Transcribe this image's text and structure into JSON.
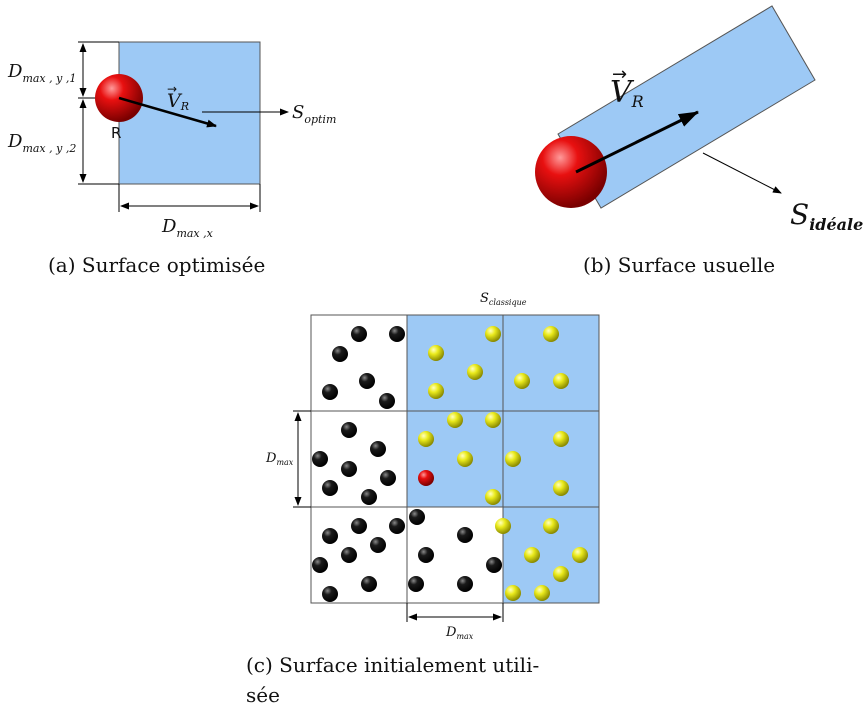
{
  "panel_a": {
    "caption": "(a) Surface optimisée",
    "dim_y1": {
      "base": "D",
      "sub": "max , y ,1"
    },
    "dim_y2": {
      "base": "D",
      "sub": "max , y ,2"
    },
    "dim_x": {
      "base": "D",
      "sub": "max ,x"
    },
    "velocity": {
      "base": "V",
      "sub": "R"
    },
    "surface": {
      "base": "S",
      "sub": "optim"
    },
    "particle_label": "R"
  },
  "panel_b": {
    "caption": "(b) Surface usuelle",
    "velocity": {
      "base": "V",
      "sub": "R"
    },
    "surface": {
      "base": "S",
      "sub": "idéale"
    }
  },
  "panel_c": {
    "caption_line1": "(c)  Surface  initialement  utili-",
    "caption_line2": "sée",
    "surface": {
      "base": "S",
      "sub": "classique"
    },
    "dim_left": {
      "base": "D",
      "sub": "max"
    },
    "dim_bottom": {
      "base": "D",
      "sub": "max"
    }
  },
  "colors": {
    "cell_fill": "#9dc9f5",
    "black_particle": "#111111",
    "yellow_particle": "#e8e81a",
    "red_particle": "#d60000"
  }
}
